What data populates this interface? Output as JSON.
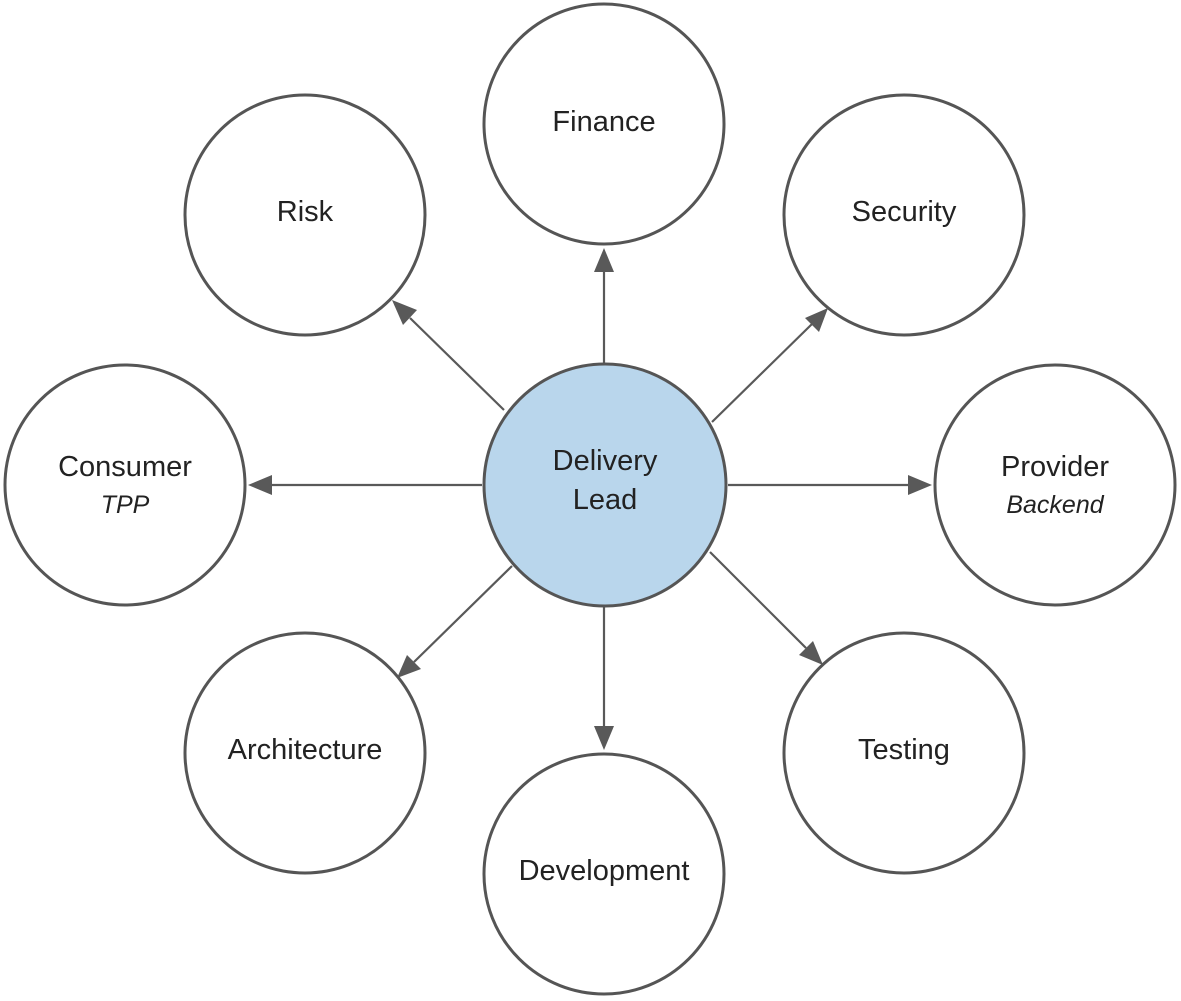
{
  "diagram": {
    "hub": {
      "label_line1": "Delivery",
      "label_line2": "Lead",
      "fill_color": "#b9d6ec"
    },
    "nodes": {
      "finance": {
        "label": "Finance"
      },
      "risk": {
        "label": "Risk"
      },
      "security": {
        "label": "Security"
      },
      "consumer": {
        "label": "Consumer",
        "sublabel": "TPP"
      },
      "provider": {
        "label": "Provider",
        "sublabel": "Backend"
      },
      "architecture": {
        "label": "Architecture"
      },
      "testing": {
        "label": "Testing"
      },
      "development": {
        "label": "Development"
      }
    },
    "edges": [
      {
        "from": "hub",
        "to": "finance"
      },
      {
        "from": "hub",
        "to": "risk"
      },
      {
        "from": "hub",
        "to": "security"
      },
      {
        "from": "hub",
        "to": "consumer"
      },
      {
        "from": "hub",
        "to": "provider"
      },
      {
        "from": "hub",
        "to": "architecture"
      },
      {
        "from": "hub",
        "to": "testing"
      },
      {
        "from": "hub",
        "to": "development"
      }
    ],
    "colors": {
      "node_stroke": "#555555",
      "edge": "#595959",
      "text": "#222222",
      "background": "#ffffff"
    }
  }
}
